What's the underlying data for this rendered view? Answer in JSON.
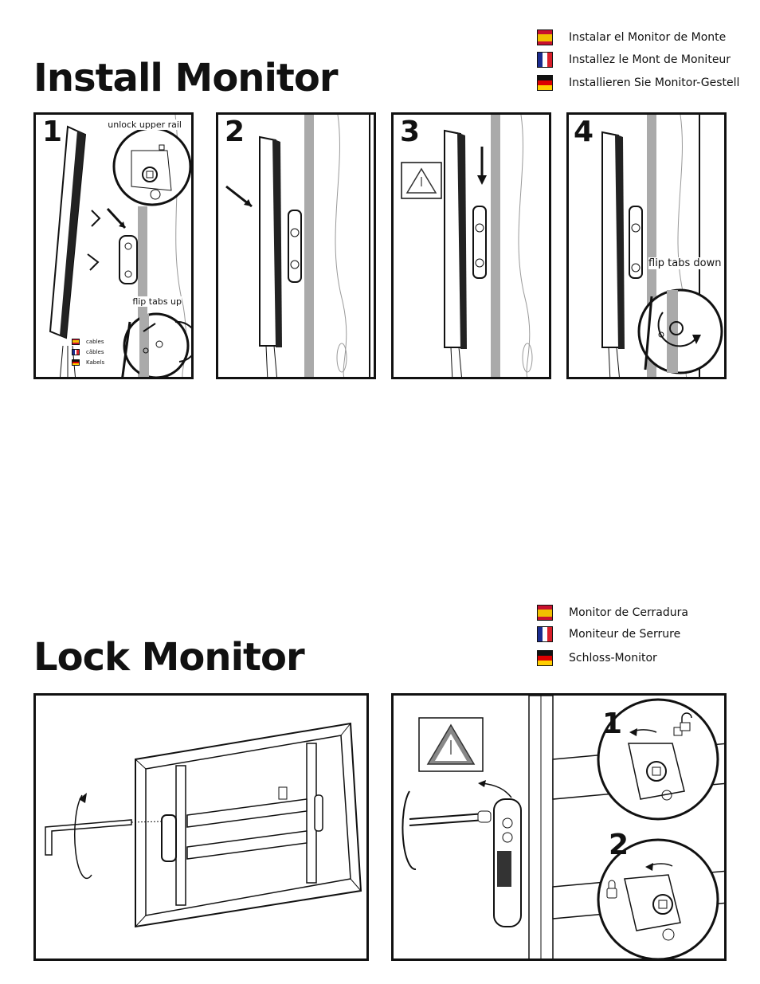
{
  "install": {
    "title": "Install Monitor",
    "languages": [
      {
        "flag": "es",
        "text": "Instalar el Monitor de Monte"
      },
      {
        "flag": "fr",
        "text": "Installez le Mont de Moniteur"
      },
      {
        "flag": "de",
        "text": "Installieren Sie Monitor-Gestell"
      }
    ],
    "steps": [
      {
        "number": "1",
        "caption_top": "unlock upper rail",
        "caption_bottom": "flip tabs up",
        "legend": [
          "cables",
          "câbles",
          "Kabels"
        ]
      },
      {
        "number": "2"
      },
      {
        "number": "3"
      },
      {
        "number": "4",
        "caption": "flip tabs down"
      }
    ]
  },
  "lock": {
    "title": "Lock Monitor",
    "languages": [
      {
        "flag": "es",
        "text": "Monitor de Cerradura"
      },
      {
        "flag": "fr",
        "text": "Moniteur de Serrure"
      },
      {
        "flag": "de",
        "text": "Schloss-Monitor"
      }
    ],
    "detail_steps": [
      "1",
      "2"
    ]
  }
}
